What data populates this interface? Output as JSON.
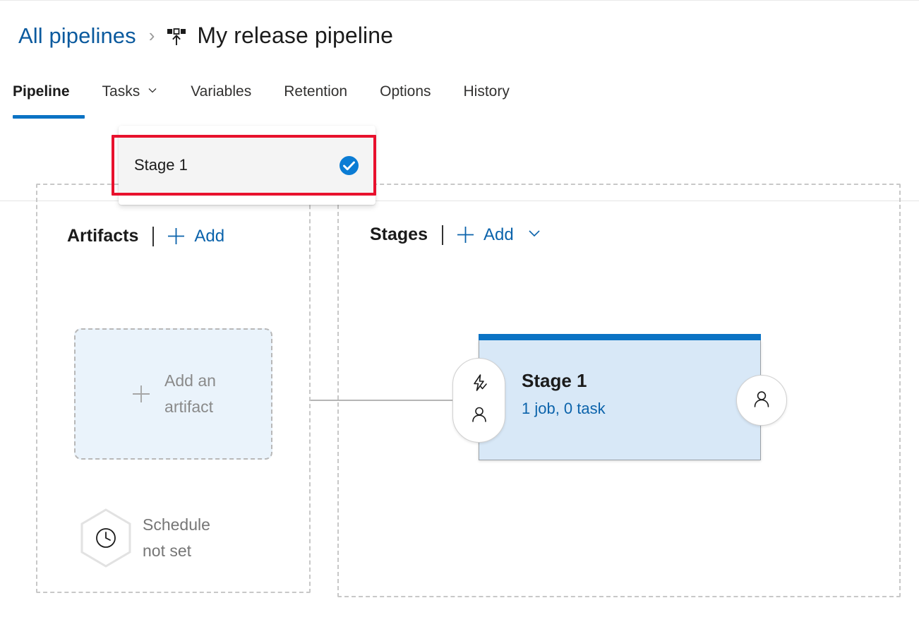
{
  "breadcrumb": {
    "parent_label": "All pipelines",
    "separator": "›",
    "icon": "release-pipeline-icon",
    "title": "My release pipeline"
  },
  "tabs": [
    {
      "label": "Pipeline",
      "active": true,
      "has_chevron": false
    },
    {
      "label": "Tasks",
      "active": false,
      "has_chevron": true
    },
    {
      "label": "Variables",
      "active": false,
      "has_chevron": false
    },
    {
      "label": "Retention",
      "active": false,
      "has_chevron": false
    },
    {
      "label": "Options",
      "active": false,
      "has_chevron": false
    },
    {
      "label": "History",
      "active": false,
      "has_chevron": false
    }
  ],
  "dropdown": {
    "items": [
      {
        "label": "Stage 1",
        "checked": true,
        "check_icon": "check-circle-icon"
      }
    ]
  },
  "annotation": {
    "shape": "rectangle",
    "color": "#e8112d"
  },
  "artifacts": {
    "title": "Artifacts",
    "add_label": "Add",
    "add_icon": "plus-icon",
    "placeholder": {
      "line1": "Add an",
      "line2": "artifact",
      "icon": "plus-icon"
    },
    "schedule": {
      "line1": "Schedule",
      "line2": "not set",
      "icon": "clock-icon"
    }
  },
  "stages": {
    "title": "Stages",
    "add_label": "Add",
    "add_icon": "plus-icon",
    "chevron": "chevron-down-icon",
    "cards": [
      {
        "name": "Stage 1",
        "summary": "1 job, 0 task",
        "pre_deployment_icons": [
          "lightning-bolt-icon",
          "person-icon"
        ],
        "post_deployment_icons": [
          "person-icon"
        ]
      }
    ]
  },
  "colors": {
    "accent": "#0b73c4",
    "link": "#0b63ab",
    "stage_fill": "#d8e8f7",
    "artifact_fill": "#eaf3fb",
    "annotation": "#e8112d",
    "muted_text": "#8a8a8a"
  }
}
